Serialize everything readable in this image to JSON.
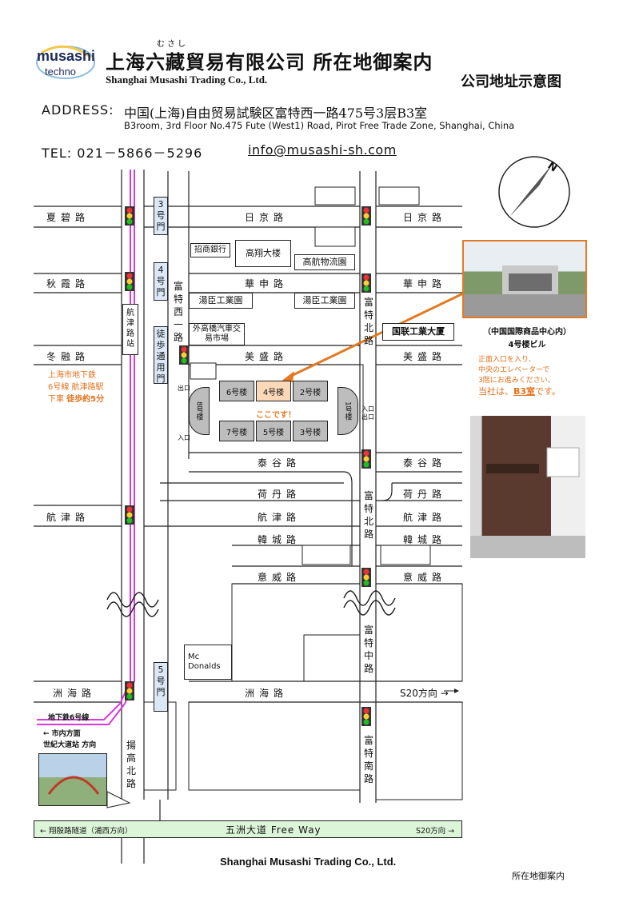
{
  "header": {
    "logo_line1": "musashi",
    "logo_line2": "techno",
    "ruby": "むさし",
    "title": "上海六藏貿易有限公司 所在地御案内",
    "company_en": "Shanghai Musashi Trading Co., Ltd.",
    "subtitle_cn": "公司地址示意图"
  },
  "contact": {
    "address_label": "ADDRESS:",
    "address_cn": "中国(上海)自由贸易試験区富特西一路475号3层B3室",
    "address_en": "B3room, 3rd Floor No.475 Fute (West1) Road, Pirot Free Trade Zone, Shanghai, China",
    "tel": "TEL: 021－5866－5296",
    "email": "info@musashi-sh.com"
  },
  "compass": {
    "label": "N"
  },
  "streets": {
    "h": {
      "xiabi": "夏碧路",
      "rijing1": "日京路",
      "rijing2": "日京路",
      "qiuxia": "秋霞路",
      "huashen1": "華申路",
      "huashen2": "華申路",
      "dongrong": "冬融路",
      "meisheng1": "美盛路",
      "meisheng2": "美盛路",
      "taigu1": "泰谷路",
      "taigu2": "泰谷路",
      "hedan1": "荷丹路",
      "hedan2": "荷丹路",
      "hangjin1": "航津路",
      "hangjin2": "航津路",
      "hangjin3": "航津路",
      "hancheng1": "韓城路",
      "hancheng2": "韓城路",
      "yiwei1": "意威路",
      "yiwei2": "意威路",
      "zhouhai1": "洲海路",
      "zhouhai2": "洲海路",
      "s20": "S20方向 →"
    },
    "v": {
      "futexi": "富特西一路",
      "futebei1": "富特北路",
      "futebei2": "富特北路",
      "futezhong": "富特中路",
      "futenan": "富特南路",
      "yanggao": "揚高北路",
      "station": "航津路站"
    }
  },
  "gates": {
    "g3": "3号門",
    "g4": "4号門",
    "g5": "5号門",
    "walk": "徒歩通用門"
  },
  "landmarks": {
    "zhaoshang": "招商銀行",
    "gaoxiang": "高翔大楼",
    "gaohang": "高航物流園",
    "tangchen1": "湯臣工業園",
    "tangchen2": "湯臣工業園",
    "waigaoqiao": "外高橋汽車交易市場",
    "guolian": "国联工業大厦",
    "mcd": "Mc Donalds"
  },
  "buildings": {
    "b6": "6号楼",
    "b4": "4号楼",
    "b2": "2号楼",
    "b7": "7号楼",
    "b5": "5号楼",
    "b3": "3号楼",
    "b8": "8号楼",
    "b1": "1号楼",
    "here": "ここです！",
    "exit": "出口",
    "entrance": "入口"
  },
  "metro": {
    "line1": "上海市地下鉄",
    "line2": "6号線 航津路駅",
    "line3": "下車",
    "walk": "徒歩約5分",
    "line_label": "地下鉄6号線",
    "dir1": "← 市内方面",
    "dir2": "世紀大道站 方向"
  },
  "photo_caption": {
    "line1": "（中国国際商品中心内）",
    "line2": "4号楼ビル",
    "note1": "正面入口を入り、",
    "note2": "中央のエレベーターで",
    "note3": "3階にお進みください。",
    "note4": "当社は、",
    "room": "B3室",
    "note5": "です。"
  },
  "freeway": {
    "left": "← 翔殷路隧道（浦西方向）",
    "center": "五洲大道 Free Way",
    "right": "S20方向 →"
  },
  "footer": {
    "company": "Shanghai Musashi Trading Co., Ltd.",
    "right": "所在地御案内"
  },
  "colors": {
    "metro_line": "#d63ad8",
    "orange": "#e37a22",
    "freeway": "#dcf5d8",
    "gate": "#dbe9f6"
  }
}
